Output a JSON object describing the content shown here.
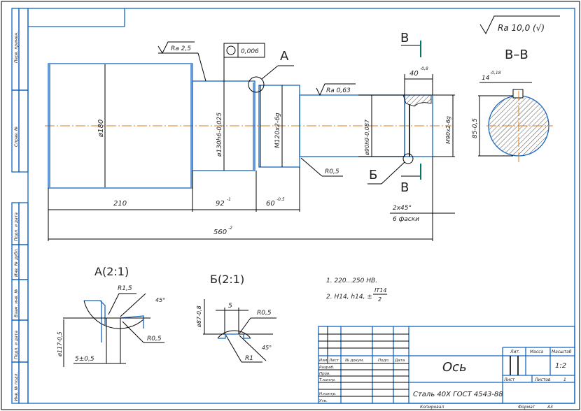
{
  "drawing": {
    "title": "Ось",
    "material": "Сталь 40Х ГОСТ 4543-88",
    "scale": "1:2",
    "sheet": "1",
    "format": "А3",
    "copied_label": "Копировал",
    "format_label": "Формат",
    "general_roughness": "Ra 10,0 (√)",
    "section_view_title": "В–В",
    "detail_a_title": "А(2:1)",
    "detail_b_title": "Б(2:1)",
    "section_marker_top": "В",
    "section_marker_bottom": "В",
    "detail_a_marker": "А",
    "detail_b_marker": "Б"
  },
  "annotations": {
    "ra_25": "Ra 2,5",
    "ra_063": "Ra 0,63",
    "runout_tol": "0,006",
    "d180": "ø180",
    "d130": "ø130h6-0,025",
    "m120": "M120x2-6g",
    "d90": "ø90h9-0,087",
    "m90": "M90x2-6g",
    "r05_main": "R0,5",
    "len_210": "210",
    "len_92": "92",
    "len_92_tol": "-1",
    "len_60": "60",
    "len_60_tol": "-0,5",
    "len_560": "560",
    "len_560_tol": "-2",
    "groove_40": "40",
    "groove_40_tol": "-0,8",
    "chamfer": "2x45°",
    "chamfer_count": "6 фаски",
    "key_14": "14",
    "key_14_tol": "-0,18",
    "d85": "85-0,5"
  },
  "detail_a": {
    "r15": "R1,5",
    "angle": "45°",
    "r05": "R0,5",
    "d117": "ø117-0,5",
    "w5": "5±0,5"
  },
  "detail_b": {
    "w5": "5",
    "r05": "R0,5",
    "d87": "ø87-0,8",
    "r1": "R1",
    "angle": "45°"
  },
  "notes": {
    "line1": "1. 220...250 HB.",
    "line2_prefix": "2. H14, h14, ±",
    "line2_num": "IT14",
    "line2_den": "2"
  },
  "title_block": {
    "headers": [
      "Изм.",
      "Лист",
      "№ докум.",
      "Подп.",
      "Дата"
    ],
    "roles": [
      "Разраб.",
      "Пров.",
      "Т.контр.",
      "",
      "Н.контр.",
      "Утв."
    ],
    "lit_label": "Лит.",
    "mass_label": "Масса",
    "scale_label": "Масштаб",
    "sheet_label": "Лист",
    "sheets_label": "Листов",
    "sheets_value": "1",
    "scale_value": "1:2"
  },
  "sidebar": {
    "top": [
      "Перв. примен.",
      "Справ. №"
    ],
    "bottom": [
      "Подп. и дата",
      "Инв. № дубл.",
      "Взам. инв. №",
      "Подп. и дата",
      "Инв. № подл."
    ]
  }
}
